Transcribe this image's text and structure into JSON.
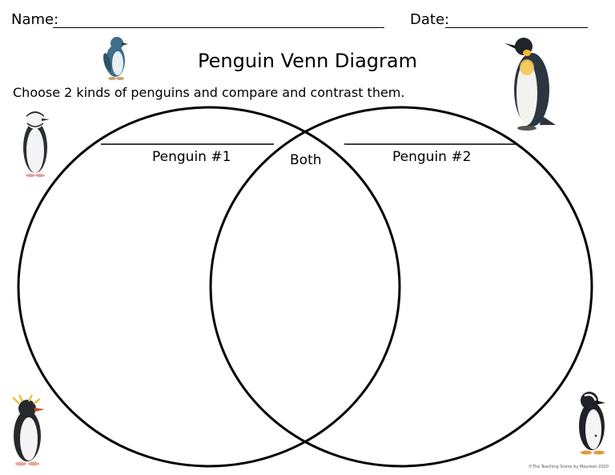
{
  "header": {
    "name_label": "Name:",
    "date_label": "Date:"
  },
  "title": "Penguin Venn Diagram",
  "instructions": "Choose 2 kinds of penguins and compare and contrast them.",
  "venn": {
    "left_label": "Penguin #1",
    "middle_label": "Both",
    "right_label": "Penguin #2"
  },
  "footer": {
    "copyright": "©The Teaching Scene by Maureen 2020"
  },
  "illustrations": {
    "top_left": "little-blue-penguin-icon",
    "top_right": "emperor-penguin-icon",
    "mid_left": "chinstrap-penguin-icon",
    "bottom_left": "rockhopper-penguin-icon",
    "bottom_right": "african-penguin-icon"
  }
}
